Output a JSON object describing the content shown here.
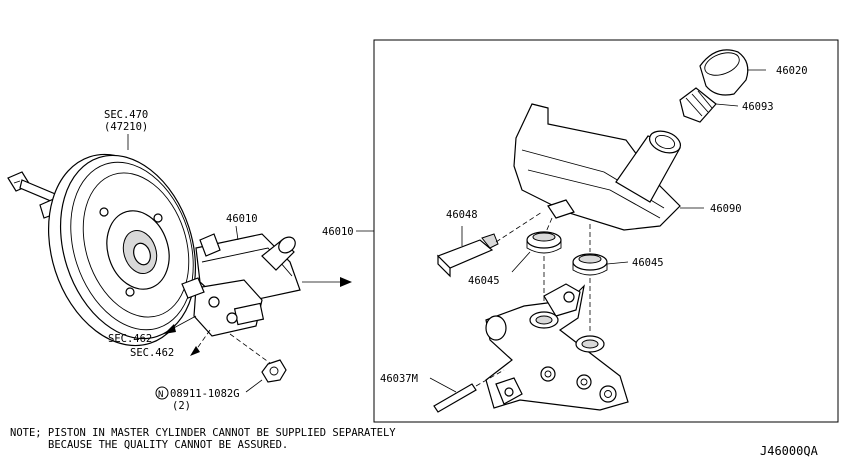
{
  "labels": {
    "sec470": "SEC.470",
    "sec470_part": "(47210)",
    "booster_assembly": "46010",
    "sec462_a": "SEC.462",
    "sec462_b": "SEC.462",
    "nut_part": "08911-1082G",
    "nut_qty": "(2)",
    "nut_prefix": "N",
    "detail_assembly": "46010",
    "cap": "46020",
    "strainer": "46093",
    "reservoir": "46090",
    "connector": "46048",
    "grommet_left": "46045",
    "grommet_right": "46045",
    "pin": "46037M"
  },
  "note": {
    "line1": "NOTE; PISTON IN MASTER CYLINDER CANNOT BE SUPPLIED SEPARATELY",
    "line2": "BECAUSE THE QUALITY CANNOT BE ASSURED."
  },
  "diagram_code": "J46000QA"
}
